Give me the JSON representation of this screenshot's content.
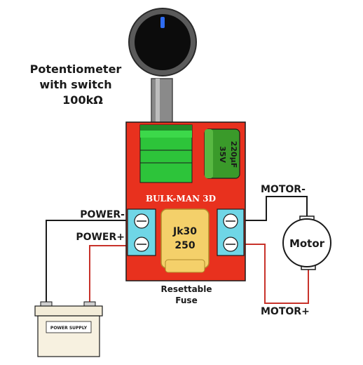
{
  "labels": {
    "pot_line1": "Potentiometer",
    "pot_line2": "with switch",
    "pot_line3": "100kΩ",
    "capacitor_line1": "220µF",
    "capacitor_line2": "35V",
    "brand": "BULK-MAN 3D",
    "fuse_line1": "Jk30",
    "fuse_line2": "250",
    "fuse_caption_line1": "Resettable",
    "fuse_caption_line2": "Fuse",
    "power_minus": "POWER-",
    "power_plus": "POWER+",
    "motor_minus": "MOTOR-",
    "motor_plus": "MOTOR+",
    "motor": "Motor",
    "battery": "POWER SUPPLY"
  },
  "colors": {
    "board": "#e8311e",
    "board_dark": "#c81e10",
    "relay_green": "#2dc43a",
    "capacitor_green": "#3a9a2a",
    "fuse": "#f4d06a",
    "terminal": "#6fd6e6",
    "brand_text": "#ffffff",
    "wire_red": "#c8322a",
    "wire_black": "#1a1a1a"
  }
}
